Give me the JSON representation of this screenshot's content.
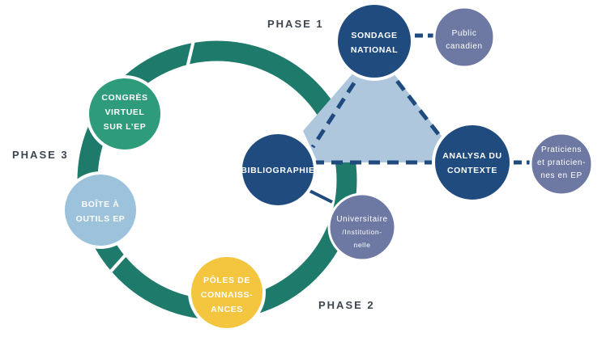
{
  "phases": {
    "phase1": "PHASE 1",
    "phase2": "PHASE 2",
    "phase3": "PHASE 3"
  },
  "nodes": {
    "sondage": {
      "line1": "SONDAGE",
      "line2": "NATIONAL"
    },
    "public": {
      "line1": "Public",
      "line2": "canadien"
    },
    "analyse": {
      "line1": "ANALYSA DU",
      "line2": "CONTEXTE"
    },
    "praticiens": {
      "line1": "Praticiens",
      "line2": "et praticien-",
      "line3": "nes en EP"
    },
    "bibliographie": {
      "line1": "BIBLIOGRAPHIE"
    },
    "universitaire": {
      "line1": "Universitaire",
      "line2": "/Institution-",
      "line3": "nelle"
    },
    "congres": {
      "line1": "CONGRÈS",
      "line2": "VIRTUEL",
      "line3": "SUR L’EP"
    },
    "boite": {
      "line1": "BOÎTE À",
      "line2": "OUTILS EP"
    },
    "poles": {
      "line1": "PÔLES DE",
      "line2": "CONNAISS-",
      "line3": "ANCES"
    }
  },
  "colors": {
    "ring": "#1e7a6b",
    "navy": "#1f4b7f",
    "slate": "#6e79a3",
    "triangle": "#aec7dc",
    "dash": "#1f4b7f",
    "green": "#2e9c7a",
    "lightblue": "#9cc2dc",
    "yellow": "#f4c53f",
    "phase_text": "#3d4550"
  }
}
